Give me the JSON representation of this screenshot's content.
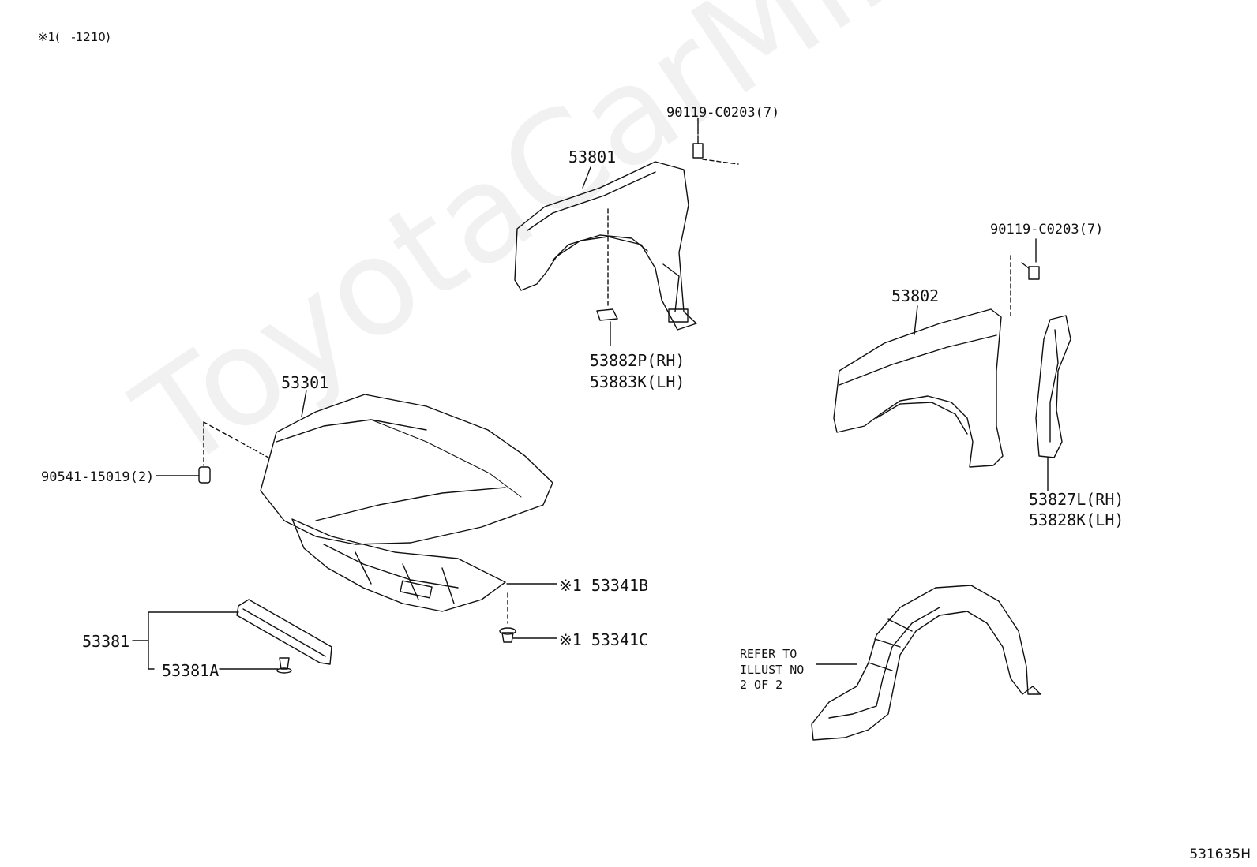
{
  "header": {
    "applicability_note": "※1(   -1210)"
  },
  "watermark": {
    "text": "ToyotaCarMine.ru"
  },
  "footer": {
    "diagram_code": "531635H"
  },
  "labels": {
    "bolt_fender_rh": "90119-C0203(7)",
    "fender_rh": "53801",
    "fender_rh_pad_1": "53882P(RH)",
    "fender_rh_pad_2": "53883K(LH)",
    "bolt_fender_lh": "90119-C0203(7)",
    "fender_lh": "53802",
    "fender_bracket_1": "53827L(RH)",
    "fender_bracket_2": "53828K(LH)",
    "hood": "53301",
    "hood_cushion": "90541-15019(2)",
    "hood_insulator": "※1 53341B",
    "hood_insulator_clip": "※1 53341C",
    "hood_seal": "53381",
    "hood_seal_clip": "53381A",
    "liner_refer": "REFER TO\nILLUST NO\n2 OF 2"
  },
  "colors": {
    "line": "#111111",
    "background": "#ffffff"
  }
}
